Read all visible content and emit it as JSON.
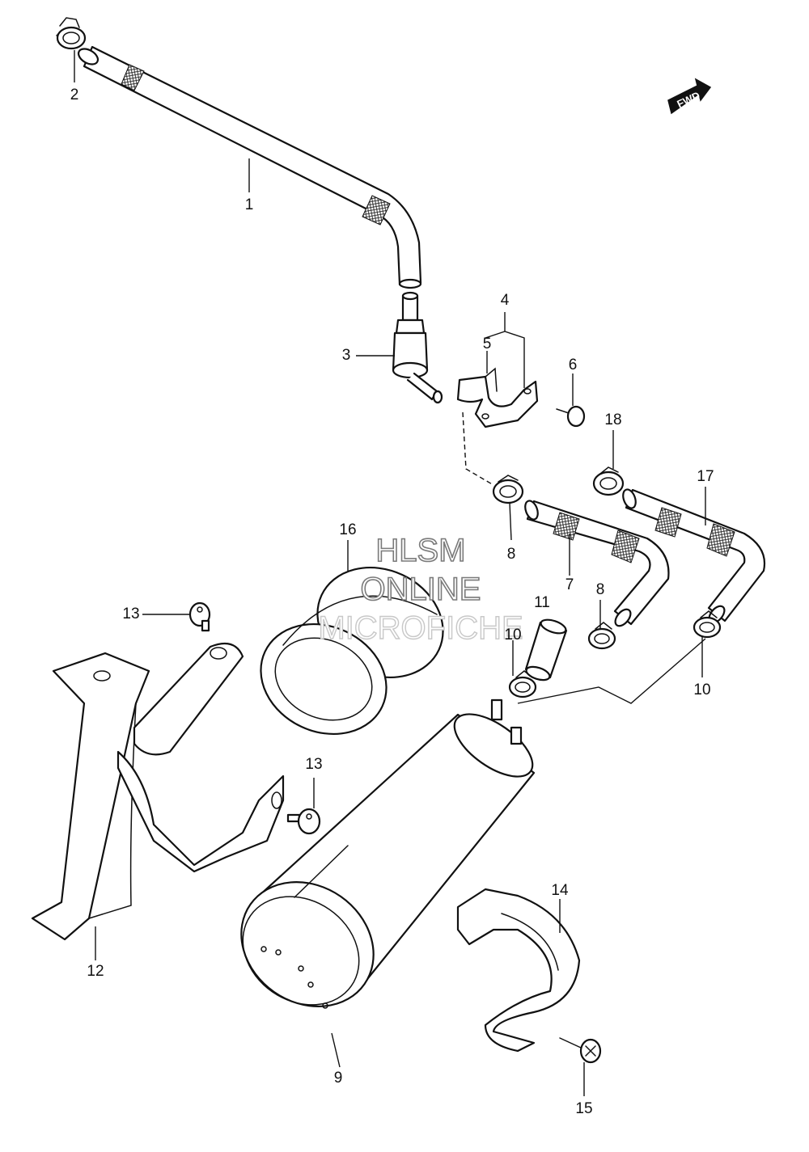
{
  "fwd_label": "FWD",
  "watermark": {
    "line1": "HLSM",
    "line2": "ONLINE",
    "line3": "MICROFICHE"
  },
  "callouts": {
    "c1": "1",
    "c2": "2",
    "c3": "3",
    "c4": "4",
    "c5": "5",
    "c6": "6",
    "c7": "7",
    "c8a": "8",
    "c8b": "8",
    "c9": "9",
    "c10a": "10",
    "c10b": "10",
    "c11": "11",
    "c12": "12",
    "c13a": "13",
    "c13b": "13",
    "c14": "14",
    "c15": "15",
    "c16": "16",
    "c17": "17",
    "c18": "18"
  }
}
